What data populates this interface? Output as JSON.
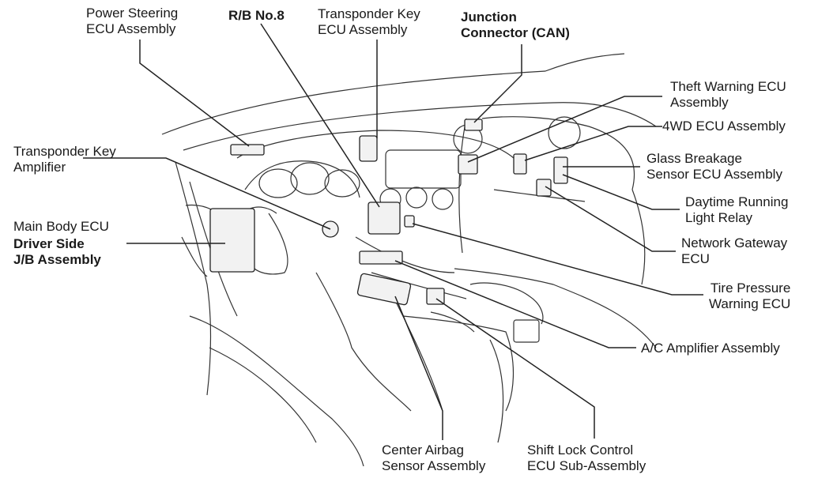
{
  "labels": {
    "power_steering": [
      "Power Steering",
      "ECU Assembly"
    ],
    "rb8": [
      "R/B No.8"
    ],
    "transponder_ecu": [
      "Transponder Key",
      "ECU Assembly"
    ],
    "junction_connector": [
      "Junction",
      "Connector (CAN)"
    ],
    "theft_warning": [
      "Theft Warning ECU",
      "Assembly"
    ],
    "fwd_ecu": [
      "4WD ECU Assembly"
    ],
    "glass_breakage": [
      "Glass Breakage",
      "Sensor ECU Assembly"
    ],
    "daytime_running": [
      "Daytime Running",
      "Light Relay"
    ],
    "network_gateway": [
      "Network Gateway",
      "ECU"
    ],
    "tire_pressure": [
      "Tire Pressure",
      "Warning ECU"
    ],
    "ac_amplifier": [
      "A/C Amplifier Assembly"
    ],
    "shift_lock": [
      "Shift Lock Control",
      "ECU Sub-Assembly"
    ],
    "center_airbag": [
      "Center Airbag",
      "Sensor Assembly"
    ],
    "transponder_amp": [
      "Transponder Key",
      "Amplifier"
    ],
    "main_body_ecu": [
      "Main Body ECU"
    ],
    "driver_jb": [
      "Driver Side",
      "J/B Assembly"
    ]
  },
  "colors": {
    "line": "#222222",
    "background": "#ffffff"
  }
}
